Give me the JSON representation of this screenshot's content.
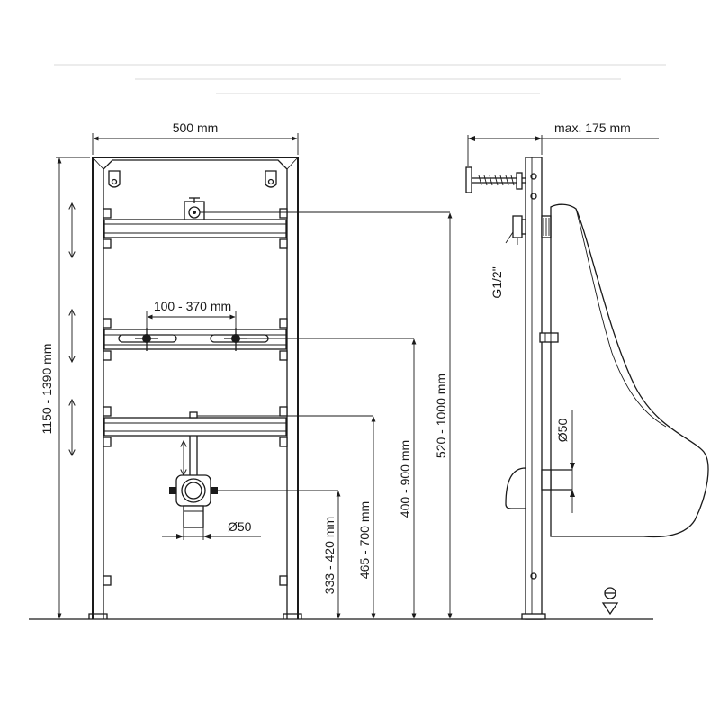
{
  "dimensions": {
    "frame_width": "500 mm",
    "total_height": "1150 - 1390 mm",
    "bracket_spacing": "100 - 370 mm",
    "height_520_1000": "520 - 1000 mm",
    "height_400_900": "400 - 900 mm",
    "height_465_700": "465 - 700 mm",
    "height_333_420": "333 - 420 mm",
    "waste_diameter_front": "Ø50",
    "max_depth": "max. 175 mm",
    "supply_thread": "G1/2\"",
    "waste_diameter_side": "Ø50"
  },
  "colors": {
    "line": "#1a1a1a",
    "background": "#ffffff"
  },
  "icons": [
    "double-arrow-icon",
    "floor-level-icon"
  ]
}
